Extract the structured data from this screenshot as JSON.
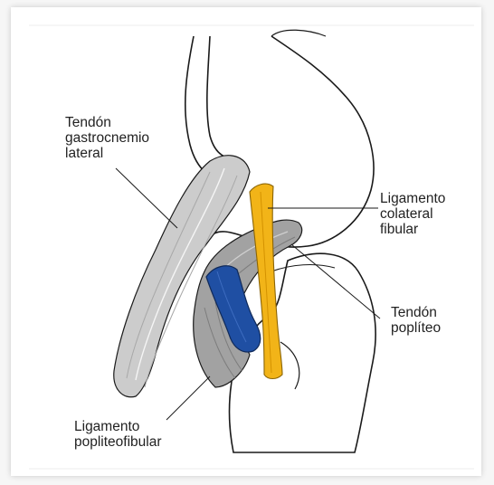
{
  "labels": {
    "gastrocnemius_line1": "Tendón",
    "gastrocnemius_line2": "gastrocnemio",
    "gastrocnemius_line3": "lateral",
    "fcl_line1": "Ligamento",
    "fcl_line2": "colateral",
    "fcl_line3": "fibular",
    "popliteus_line1": "Tendón",
    "popliteus_line2": "poplíteo",
    "pfl_line1": "Ligamento",
    "pfl_line2": "popliteofibular"
  },
  "colors": {
    "fibular_collateral_ligament": "#f2b418",
    "popliteofibular_ligament": "#1f4fa3",
    "tendon_gray": "#c9c9c9",
    "popliteus_gray": "#9a9a9a",
    "outline": "#1a1a1a"
  }
}
